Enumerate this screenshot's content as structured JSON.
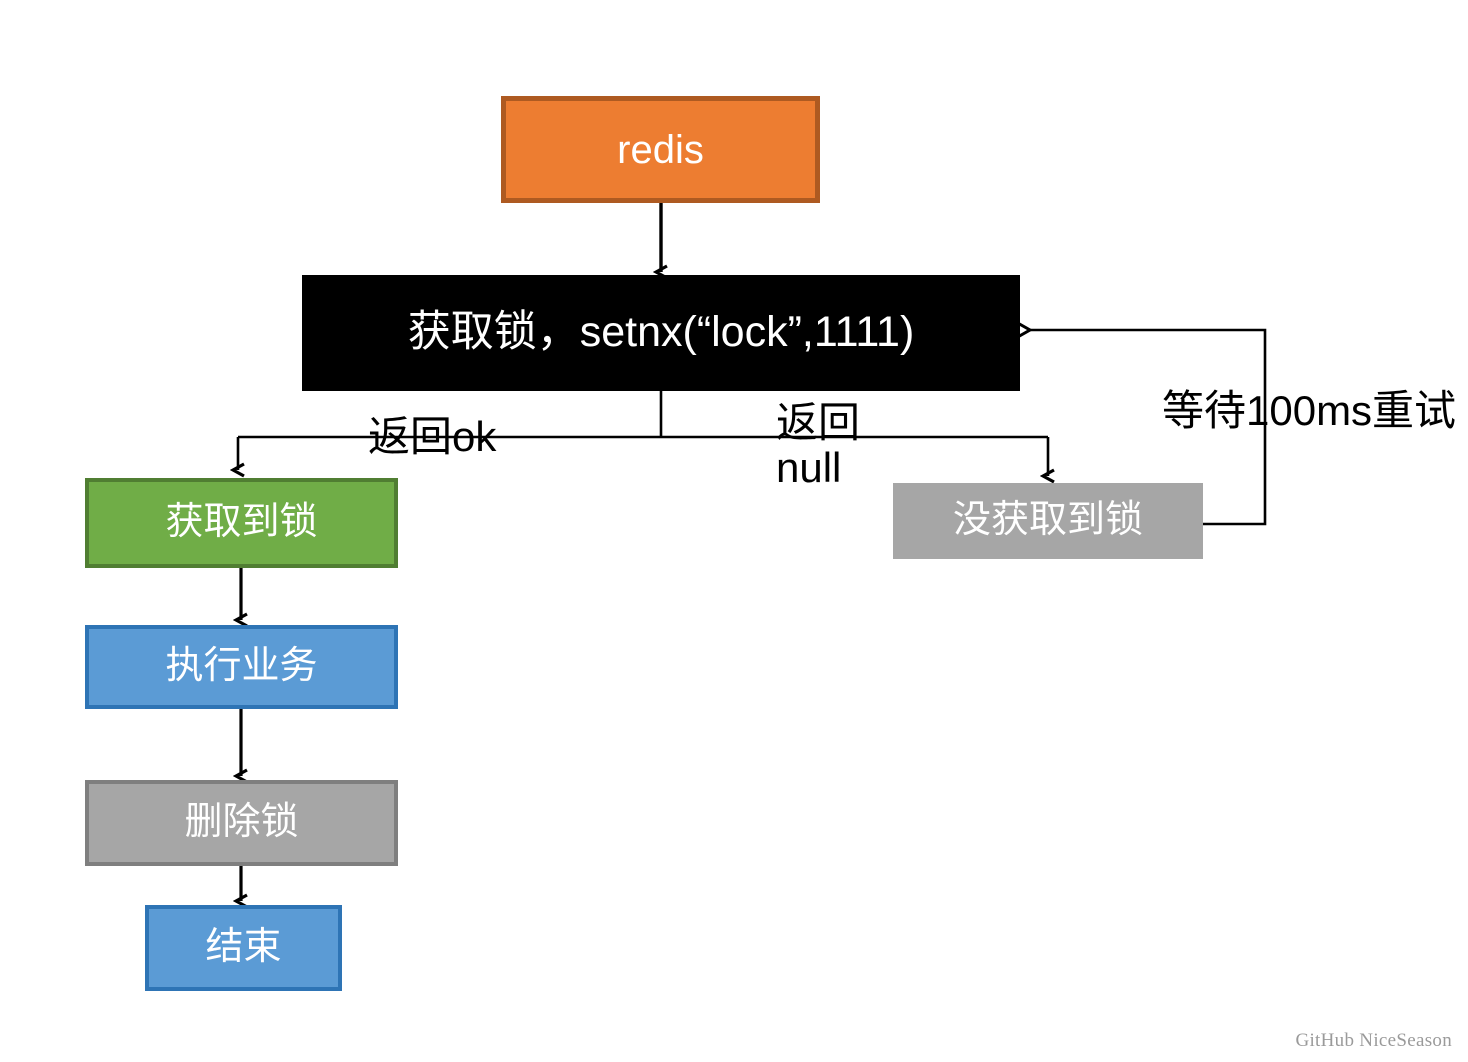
{
  "diagram": {
    "title": "redis distributed lock flow",
    "watermark": "GitHub NiceSeason",
    "colors": {
      "orange_fill": "#ED7D31",
      "orange_border": "#AE5A21",
      "black_fill": "#000000",
      "green_fill": "#70AD47",
      "green_border": "#507E32",
      "blue_fill": "#5B9BD5",
      "blue_border": "#2E74B5",
      "gray_fill": "#A6A6A6",
      "gray_border": "#7F7F7F",
      "edge_stroke": "#000000",
      "watermark_color": "#9A9A9A"
    },
    "nodes": {
      "redis": "redis",
      "acquire_lock": "获取锁，setnx(“lock”,1111)",
      "got_lock": "获取到锁",
      "run_business": "执行业务",
      "delete_lock": "删除锁",
      "end": "结束",
      "no_lock": "没获取到锁"
    },
    "edge_labels": {
      "return_ok": "返回ok",
      "return_null": "返回\nnull",
      "wait_retry": "等待100ms重试"
    }
  }
}
